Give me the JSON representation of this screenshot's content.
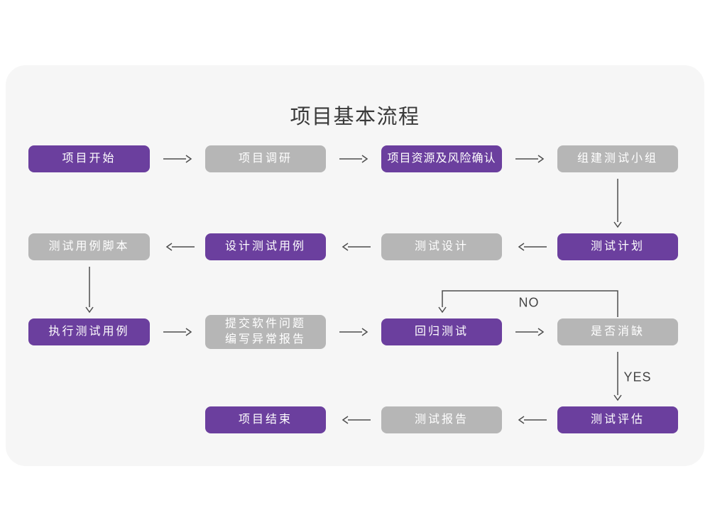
{
  "title": "项目基本流程",
  "colors": {
    "accent": "#6b3f9e",
    "muted": "#b6b6b6",
    "card_bg": "#f6f6f6",
    "arrow": "#4d4d4d",
    "node_text": "#ffffff",
    "title_color": "#3a3a3a"
  },
  "diagram": {
    "nodes": [
      {
        "id": "project-start",
        "label": "项目开始",
        "style": "accent"
      },
      {
        "id": "project-research",
        "label": "项目调研",
        "style": "muted"
      },
      {
        "id": "resources-risk-confirm",
        "label": "项目资源及风险确认",
        "style": "accent"
      },
      {
        "id": "build-test-team",
        "label": "组建测试小组",
        "style": "muted"
      },
      {
        "id": "test-plan",
        "label": "测试计划",
        "style": "accent"
      },
      {
        "id": "test-design",
        "label": "测试设计",
        "style": "muted"
      },
      {
        "id": "design-test-cases",
        "label": "设计测试用例",
        "style": "accent"
      },
      {
        "id": "test-case-scripts",
        "label": "测试用例脚本",
        "style": "muted"
      },
      {
        "id": "execute-test-cases",
        "label": "执行测试用例",
        "style": "accent"
      },
      {
        "id": "submit-issue-report",
        "label_line1": "提交软件问题",
        "label_line2": "编写异常报告",
        "style": "muted"
      },
      {
        "id": "regression-test",
        "label": "回归测试",
        "style": "accent"
      },
      {
        "id": "defect-resolved",
        "label": "是否消缺",
        "style": "muted"
      },
      {
        "id": "test-evaluation",
        "label": "测试评估",
        "style": "accent"
      },
      {
        "id": "test-report",
        "label": "测试报告",
        "style": "muted"
      },
      {
        "id": "project-end",
        "label": "项目结束",
        "style": "accent"
      }
    ],
    "edges": [
      {
        "from": "project-start",
        "to": "project-research"
      },
      {
        "from": "project-research",
        "to": "resources-risk-confirm"
      },
      {
        "from": "resources-risk-confirm",
        "to": "build-test-team"
      },
      {
        "from": "build-test-team",
        "to": "test-plan"
      },
      {
        "from": "test-plan",
        "to": "test-design"
      },
      {
        "from": "test-design",
        "to": "design-test-cases"
      },
      {
        "from": "design-test-cases",
        "to": "test-case-scripts"
      },
      {
        "from": "test-case-scripts",
        "to": "execute-test-cases"
      },
      {
        "from": "execute-test-cases",
        "to": "submit-issue-report"
      },
      {
        "from": "submit-issue-report",
        "to": "regression-test"
      },
      {
        "from": "regression-test",
        "to": "defect-resolved"
      },
      {
        "from": "defect-resolved",
        "to": "regression-test",
        "label": "NO"
      },
      {
        "from": "defect-resolved",
        "to": "test-evaluation",
        "label": "YES"
      },
      {
        "from": "test-evaluation",
        "to": "test-report"
      },
      {
        "from": "test-report",
        "to": "project-end"
      }
    ],
    "edge_labels": {
      "no": "NO",
      "yes": "YES"
    }
  }
}
